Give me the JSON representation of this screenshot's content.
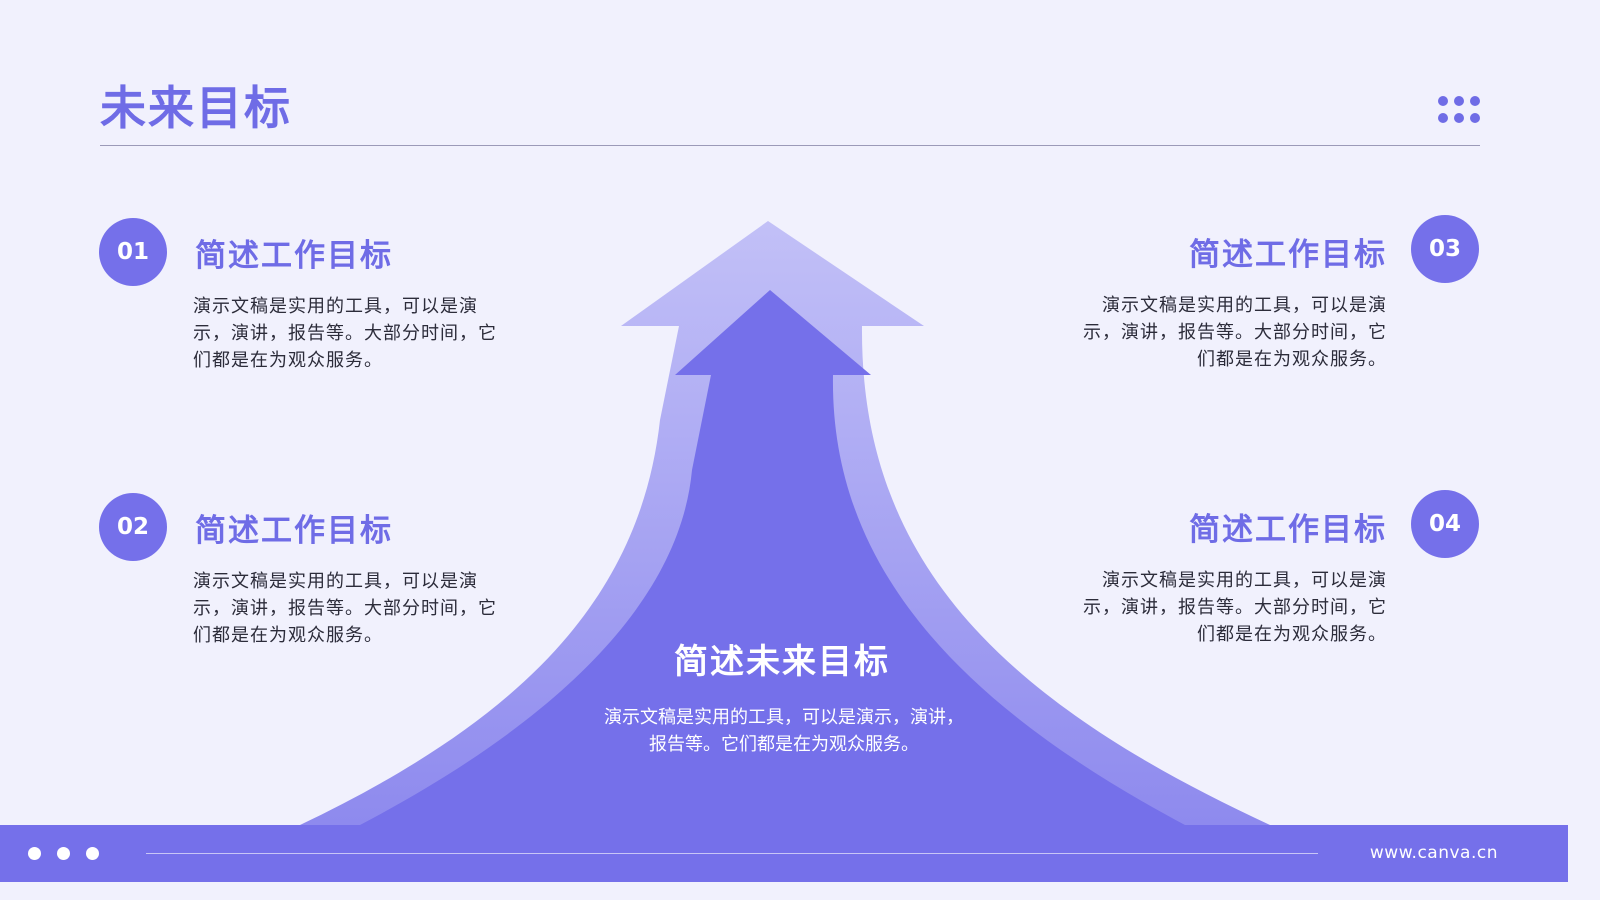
{
  "slide": {
    "title": "未来目标",
    "grid_icon": "dots-grid-icon"
  },
  "items": [
    {
      "number": "01",
      "title": "简述工作目标",
      "desc": "演示文稿是实用的工具，可以是演示，演讲，报告等。大部分时间，它们都是在为观众服务。"
    },
    {
      "number": "02",
      "title": "简述工作目标",
      "desc": "演示文稿是实用的工具，可以是演示，演讲，报告等。大部分时间，它们都是在为观众服务。"
    },
    {
      "number": "03",
      "title": "简述工作目标",
      "desc": "演示文稿是实用的工具，可以是演示，演讲，报告等。大部分时间，它们都是在为观众服务。"
    },
    {
      "number": "04",
      "title": "简述工作目标",
      "desc": "演示文稿是实用的工具，可以是演示，演讲，报告等。大部分时间，它们都是在为观众服务。"
    }
  ],
  "center": {
    "title": "简述未来目标",
    "desc": "演示文稿是实用的工具，可以是演示，演讲，报告等。它们都是在为观众服务。"
  },
  "footer": {
    "url": "www.canva.cn"
  },
  "colors": {
    "accent": "#7570ea",
    "background": "#f1f1fd",
    "arrow_light": "#bdbcf5",
    "arrow_dark": "#7570ea",
    "text": "#2c2c3a"
  }
}
